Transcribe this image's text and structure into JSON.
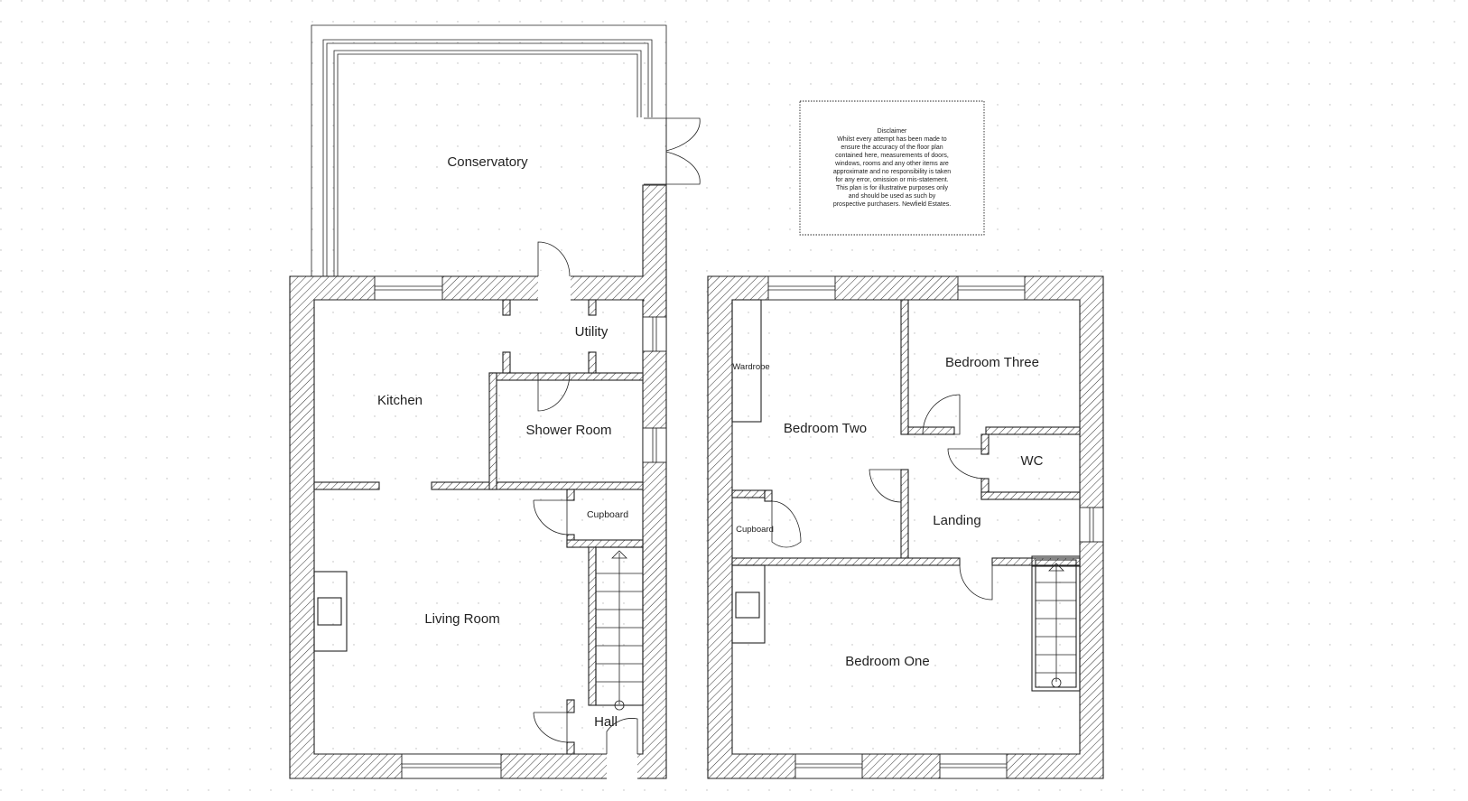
{
  "ground_floor": {
    "rooms": {
      "conservatory": "Conservatory",
      "utility": "Utility",
      "kitchen": "Kitchen",
      "shower_room": "Shower Room",
      "cupboard": "Cupboard",
      "living_room": "Living Room",
      "hall": "Hall"
    }
  },
  "first_floor": {
    "rooms": {
      "wardrobe": "Wardrobe",
      "bedroom_two": "Bedroom Two",
      "bedroom_three": "Bedroom Three",
      "wc": "WC",
      "cupboard": "Cupboard",
      "landing": "Landing",
      "bedroom_one": "Bedroom One"
    }
  },
  "disclaimer": {
    "title": "Disclaimer",
    "lines": [
      "Whilst every attempt has been made to",
      "ensure the accuracy of the floor plan",
      "contained here, measurements of doors,",
      "windows, rooms and any other items are",
      "approximate and no responsibility is taken",
      "for any error, omission or mis-statement.",
      "This plan is for illustrative purposes only",
      "and should be used as such by",
      "prospective purchasers. Newfield Estates."
    ]
  },
  "colors": {
    "line": "#222222",
    "background": "#ffffff"
  }
}
